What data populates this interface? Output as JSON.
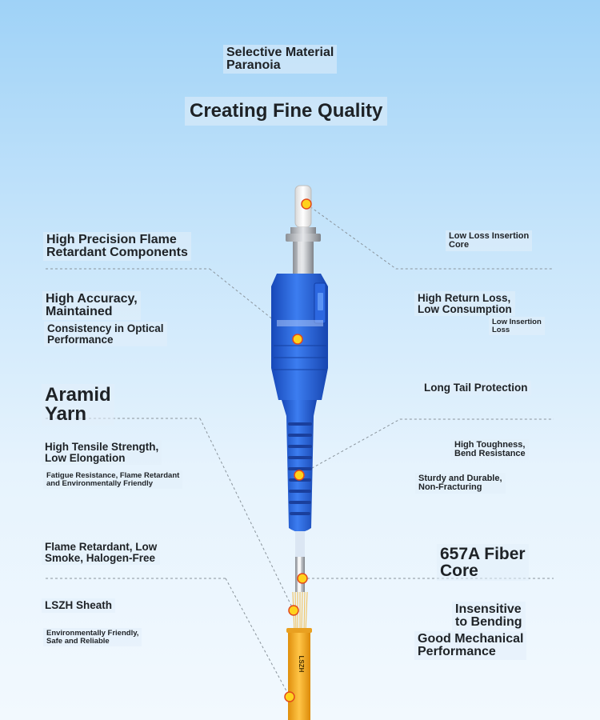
{
  "header": {
    "subtitle": "Selective Material\n  Paranoia",
    "title": "Creating Fine Quality"
  },
  "left_labels": [
    {
      "key": "precision",
      "text": "High Precision Flame\n  Retardant Components"
    },
    {
      "key": "accuracy",
      "text": "High Accuracy,\n  Maintained"
    },
    {
      "key": "consistency",
      "text": "Consistency in Optical\n  Performance"
    },
    {
      "key": "aramid",
      "text": "Aramid\n  Yarn"
    },
    {
      "key": "tensile",
      "text": "High Tensile Strength,\n  Low Elongation"
    },
    {
      "key": "fatigue",
      "text": "Fatigue Resistance, Flame Retardant\n  and Environmentally Friendly"
    },
    {
      "key": "flame",
      "text": "Flame Retardant, Low\n  Smoke, Halogen-Free"
    },
    {
      "key": "lszh",
      "text": "LSZH Sheath"
    },
    {
      "key": "eco",
      "text": "Environmentally Friendly,\n  Safe and Reliable"
    }
  ],
  "right_labels": [
    {
      "key": "insertion_core",
      "text": "Low Loss Insertion\n  Core"
    },
    {
      "key": "return_loss",
      "text": "High Return Loss,\n  Low Consumption"
    },
    {
      "key": "insertion_loss",
      "text": "Low Insertion\n  Loss"
    },
    {
      "key": "tail",
      "text": "Long Tail Protection"
    },
    {
      "key": "toughness",
      "text": "High Toughness,\n  Bend Resistance"
    },
    {
      "key": "sturdy",
      "text": "Sturdy and Durable,\n  Non-Fracturing"
    },
    {
      "key": "fiber",
      "text": "657A Fiber\n  Core"
    },
    {
      "key": "insensitive",
      "text": "Insensitive\n  to Bending"
    },
    {
      "key": "mechanical",
      "text": "Good Mechanical\n  Performance"
    }
  ],
  "cable_print": "LSZH",
  "colors": {
    "connector_blue": "#1f5bd6",
    "ferrule_white": "#f4f4f4",
    "cable_orange": "#f2a81c",
    "marker_yellow": "#ffd21c",
    "marker_ring": "#e24a1c"
  }
}
